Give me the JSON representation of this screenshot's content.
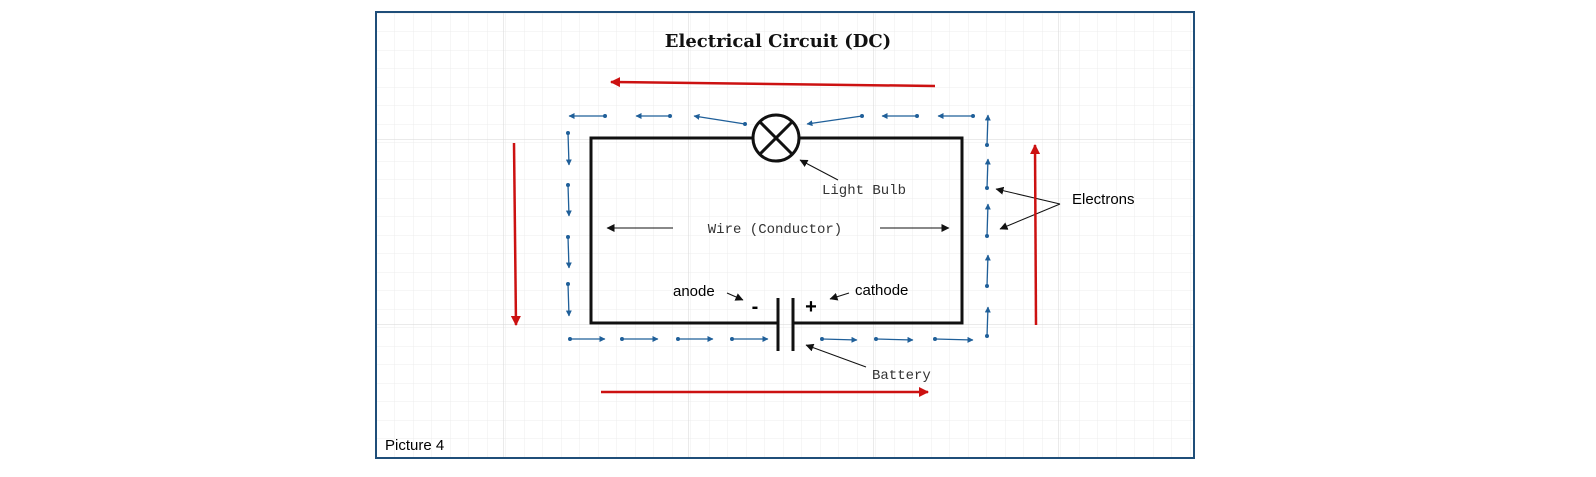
{
  "title": "Electrical Circuit (DC)",
  "picture_label": "Picture 4",
  "labels": {
    "light_bulb": "Light Bulb",
    "wire": "Wire (Conductor)",
    "anode": "anode",
    "cathode": "cathode",
    "battery": "Battery",
    "electrons": "Electrons",
    "minus": "-",
    "plus": "+"
  },
  "colors": {
    "frame": "#1f4e79",
    "grid_minor": "#ececec",
    "grid_major": "#d6d6d6",
    "circuit": "#111111",
    "electron": "#1f5f99",
    "current_arrow": "#cc1111"
  }
}
